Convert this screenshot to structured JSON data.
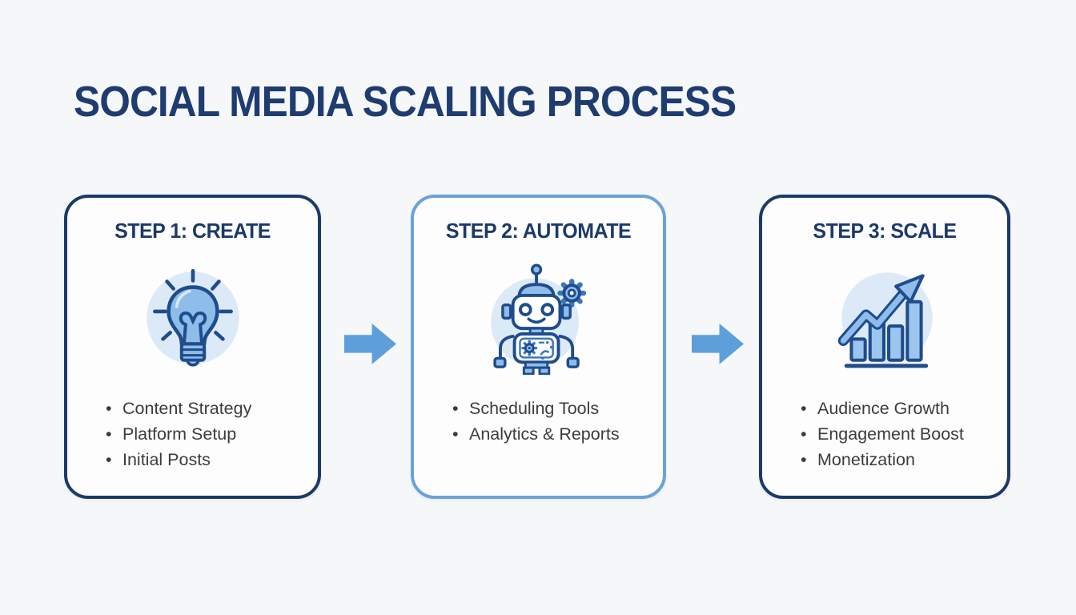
{
  "title": {
    "text": "SOCIAL MEDIA SCALING PROCESS"
  },
  "steps": [
    {
      "heading": "STEP 1: CREATE",
      "icon": "lightbulb-icon",
      "bullets": [
        "Content Strategy",
        "Platform Setup",
        "Initial Posts"
      ]
    },
    {
      "heading": "STEP 2: AUTOMATE",
      "icon": "robot-icon",
      "bullets": [
        "Scheduling Tools",
        "Analytics & Reports"
      ]
    },
    {
      "heading": "STEP 3: SCALE",
      "icon": "growth-chart-icon",
      "bullets": [
        "Audience Growth",
        "Engagement Boost",
        "Monetization"
      ]
    }
  ],
  "colors": {
    "background": "#f6f7f9",
    "title_text": "#1e3c70",
    "card_border_dark": "#1c3a67",
    "card_border_light": "#6aa2d8",
    "heading_text": "#1c3a67",
    "bullet_text": "#3c3c3c",
    "arrow_fill": "#5d9fdb",
    "icon_stroke": "#1f4c8c",
    "icon_fill": "#8fbde9",
    "icon_accent": "#3b76bd",
    "icon_bg_circle": "#dceaf8"
  }
}
